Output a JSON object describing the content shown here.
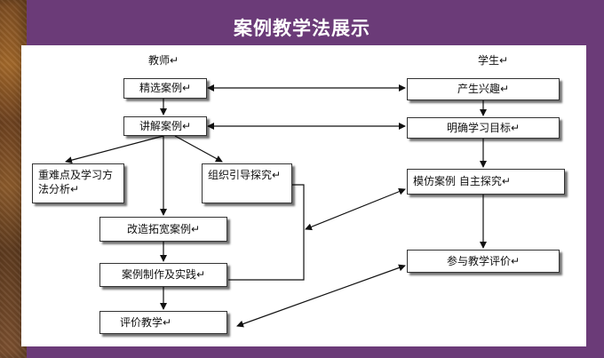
{
  "title": "案例教学法展示",
  "teacher_header": "教师↵",
  "student_header": "学生↵",
  "teacher_boxes": {
    "select_cases": "精选案例↵",
    "explain_cases": "讲解案例↵",
    "key_points": "重难点及学习方法分析↵",
    "organize_guide": "组织引导探究↵",
    "improve_cases": "改造拓宽案例↵",
    "case_practice": "案例制作及实践↵",
    "evaluate_teaching": "评价教学↵"
  },
  "student_boxes": {
    "interest": "产生兴趣↵",
    "clear_goals": "明确学习目标↵",
    "imitate_explore": "模仿案例  自主探究↵",
    "participate_eval": "参与教学评价↵"
  }
}
